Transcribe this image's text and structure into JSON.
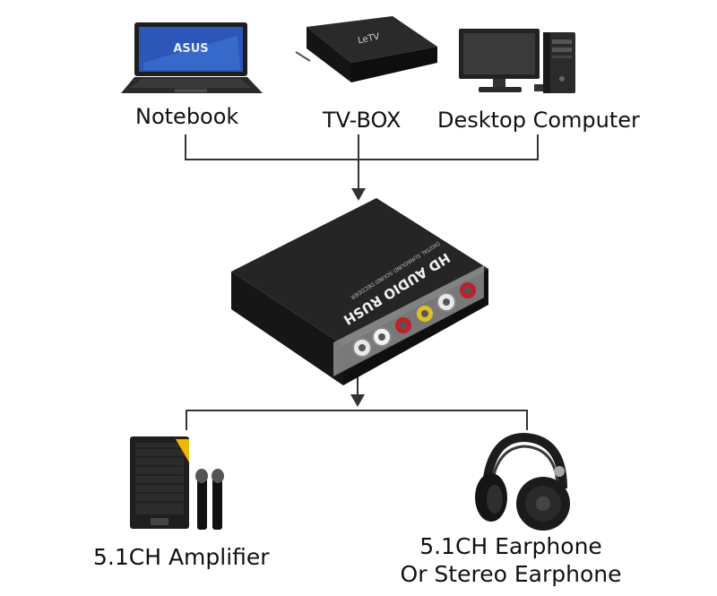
{
  "sources": [
    {
      "label": "Notebook",
      "icon": "laptop-icon",
      "screen_text": "ASUS"
    },
    {
      "label": "TV-BOX",
      "icon": "tv-box-icon",
      "device_text": "LeTV"
    },
    {
      "label": "Desktop Computer",
      "icon": "desktop-computer-icon"
    }
  ],
  "decoder": {
    "icon": "audio-decoder-icon",
    "brand_text": "HD AUDIO RUSH",
    "sub_text": "DIGITAL SURROUND SOUND DECODER",
    "jack_colors": [
      "#e8e8e8",
      "#f2f2f2",
      "#c0202a",
      "#e0c020",
      "#e8e8e8",
      "#c0202a"
    ]
  },
  "outputs": [
    {
      "label": "5.1CH Amplifier",
      "icon": "speaker-with-microphones-icon"
    },
    {
      "label_line1": "5.1CH Earphone",
      "label_line2": "Or Stereo Earphone",
      "icon": "headphones-icon"
    }
  ],
  "colors": {
    "line": "#333333",
    "device": "#1c1c1c",
    "accent": "#f2b705",
    "laptop_screen": "#2c56b8"
  }
}
